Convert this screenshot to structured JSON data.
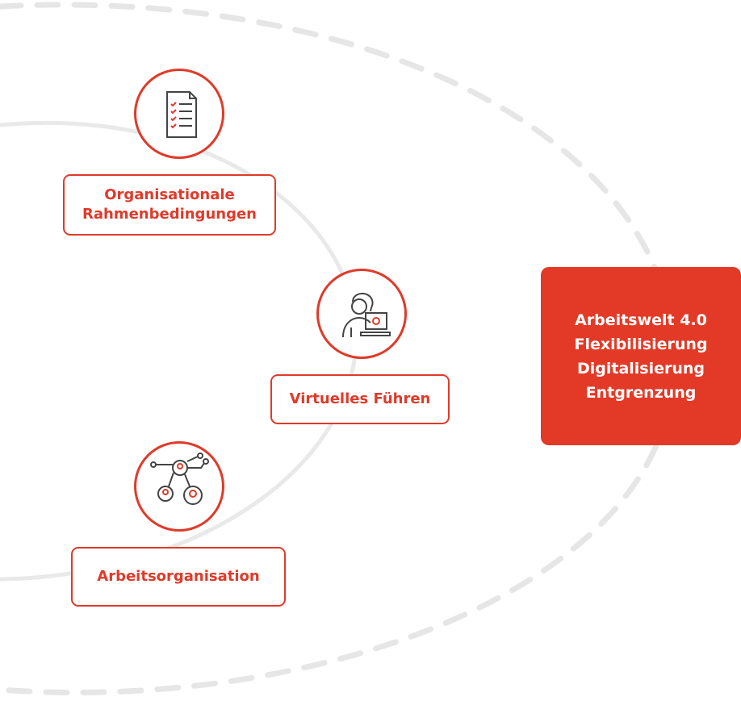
{
  "colors": {
    "accent": "#e03a2a",
    "main_box_fill": "#e33a27",
    "dashed_line": "#e6e6e6",
    "inner_arc": "#e9e9e9",
    "icon_stroke": "#444444"
  },
  "main_box": {
    "line1": "Arbeitswelt 4.0",
    "line2": "Flexibilisierung",
    "line3": "Digitalisierung",
    "line4": "Entgrenzung"
  },
  "nodes": [
    {
      "icon": "checklist-document-icon",
      "label_lines": [
        "Organisationale",
        "Rahmenbedingungen"
      ]
    },
    {
      "icon": "person-laptop-icon",
      "label_lines": [
        "Virtuelles Führen"
      ]
    },
    {
      "icon": "team-network-icon",
      "label_lines": [
        "Arbeitsorganisation"
      ]
    }
  ]
}
